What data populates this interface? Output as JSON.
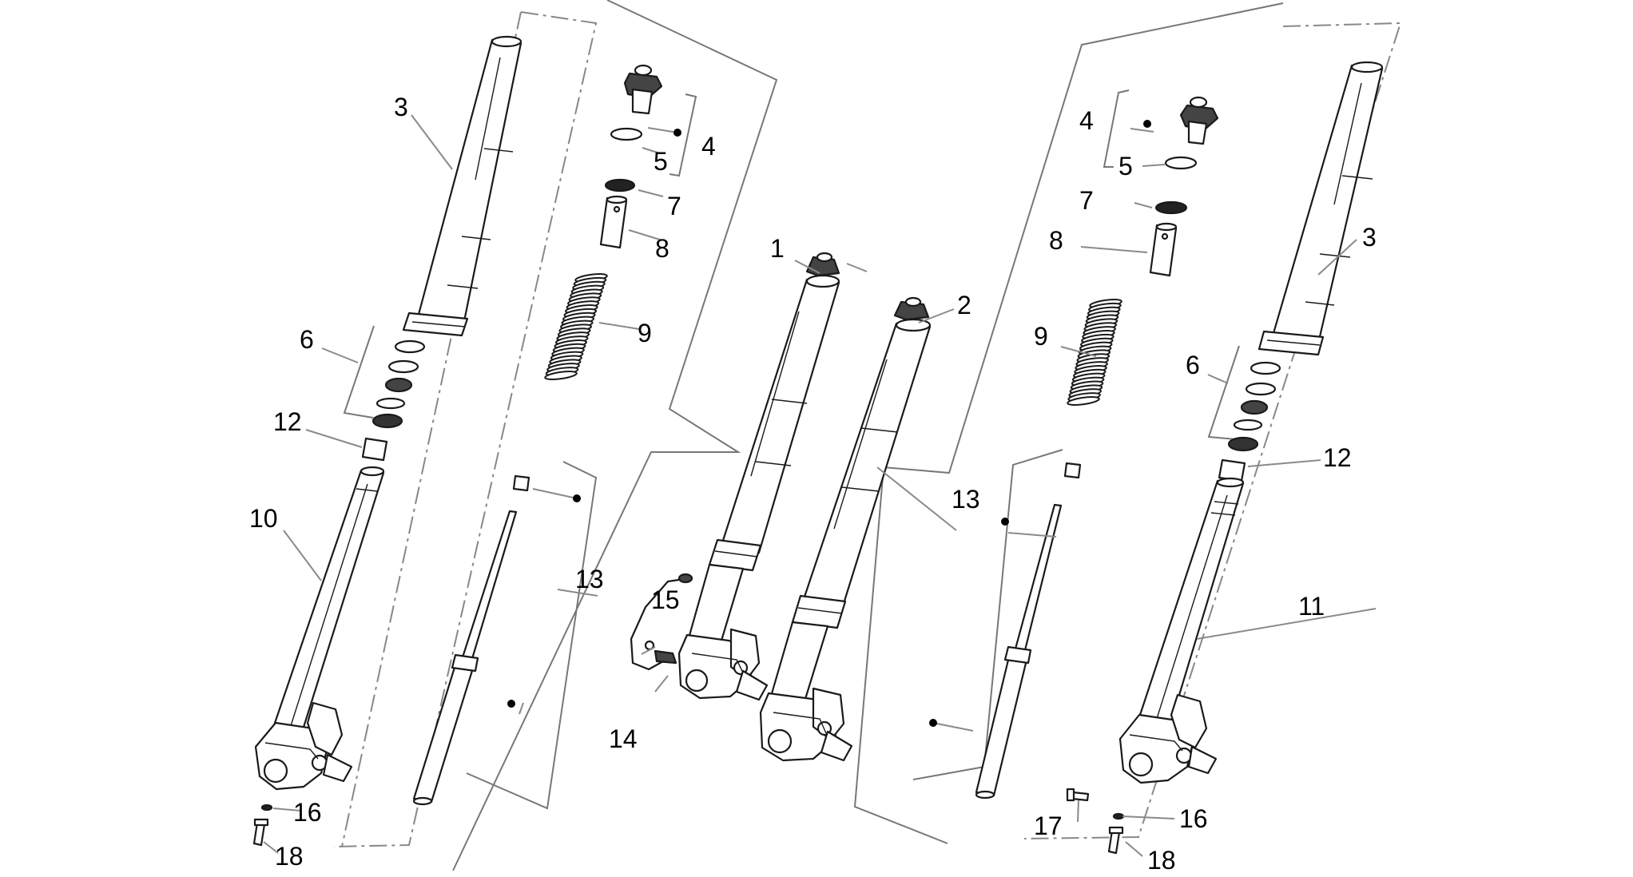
{
  "diagram": {
    "type": "exploded parts diagram",
    "callouts": [
      "3",
      "6",
      "12",
      "10",
      "16",
      "18",
      "4",
      "5",
      "7",
      "8",
      "9",
      "13",
      "1",
      "2",
      "15",
      "14",
      "4",
      "5",
      "7",
      "8",
      "9",
      "13",
      "17",
      "3",
      "6",
      "12",
      "11",
      "16",
      "18"
    ]
  }
}
